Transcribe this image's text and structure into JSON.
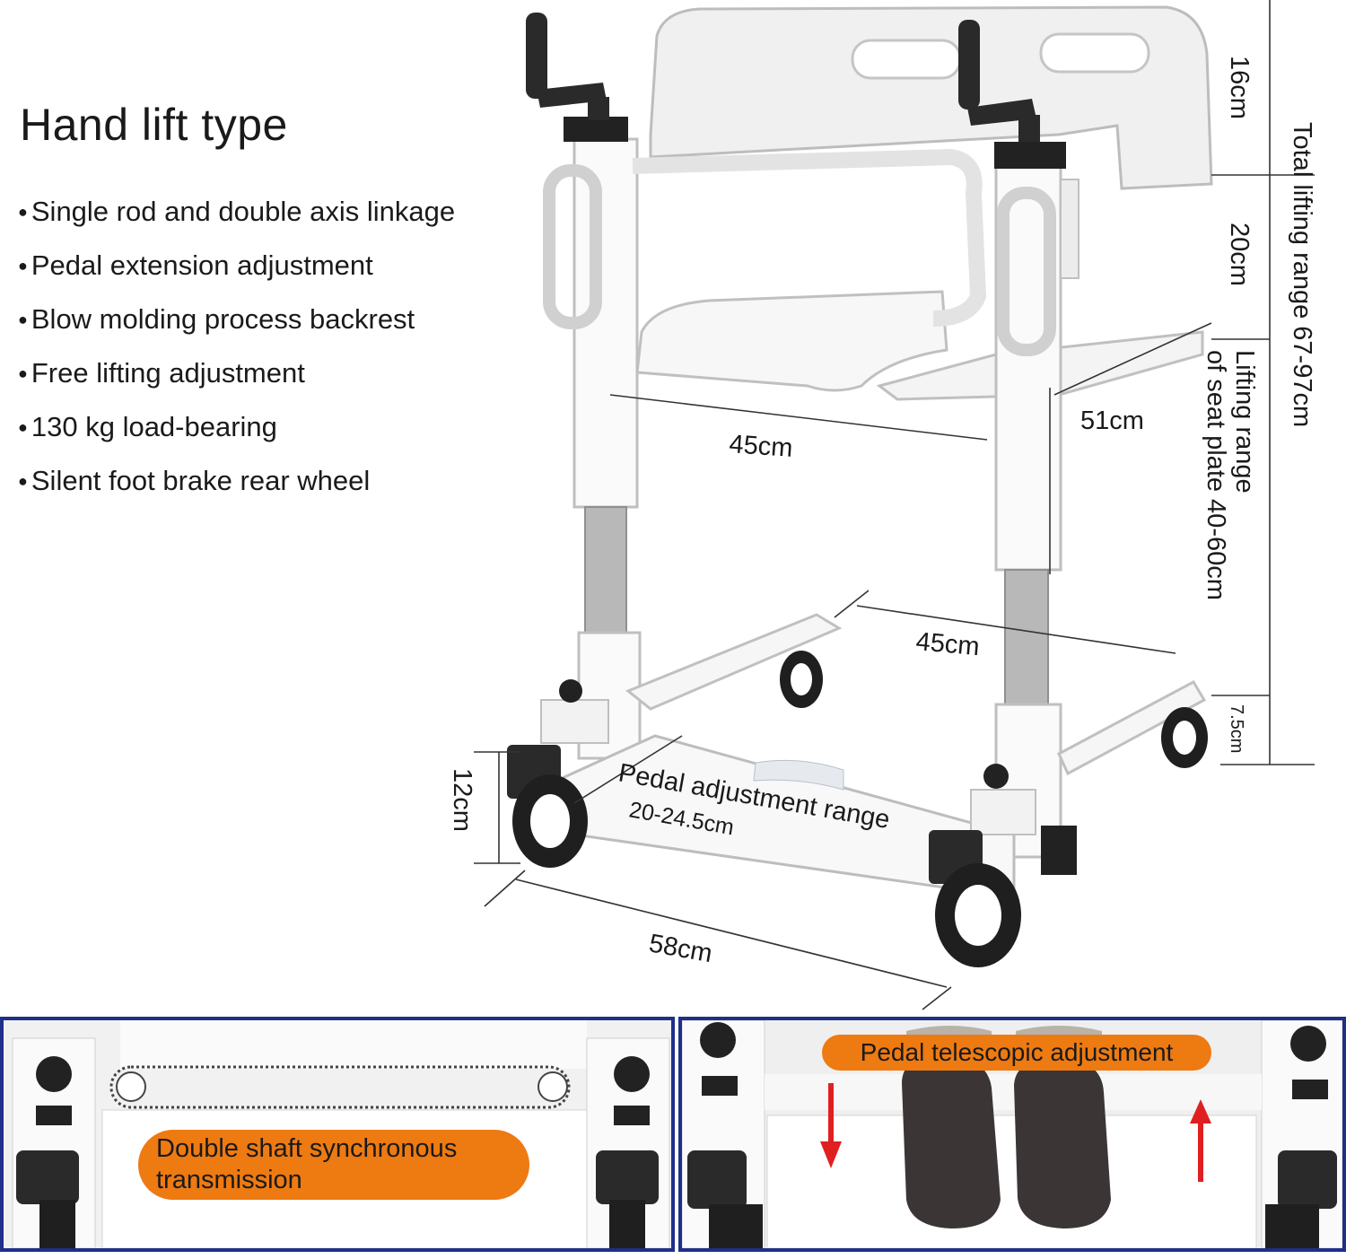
{
  "header": {
    "title": "Hand lift type"
  },
  "features": [
    "Single rod and double axis linkage",
    "Pedal extension adjustment",
    "Blow molding process backrest",
    "Free lifting adjustment",
    "130 kg load-bearing",
    "Silent foot brake rear wheel"
  ],
  "dimensions": {
    "backrest_height": "16cm",
    "armrest_height": "20cm",
    "total_lifting_range": "Total lifting range 67-97cm",
    "seat_lifting_range_line1": "Lifting range",
    "seat_lifting_range_line2": "of seat plate  40-60cm",
    "base_clearance": "7.5cm",
    "seat_width": "45cm",
    "seat_depth": "51cm",
    "inner_base_width": "45cm",
    "wheel_height": "12cm",
    "overall_width": "58cm",
    "pedal_range_label": "Pedal adjustment range",
    "pedal_range_value": "20-24.5cm"
  },
  "panels": {
    "left_callout_line1": "Double shaft synchronous",
    "left_callout_line2": "transmission",
    "right_callout": "Pedal telescopic adjustment"
  },
  "colors": {
    "panel_border": "#1f2f8a",
    "callout_orange": "#ee7a12",
    "arrow_red": "#e02020"
  }
}
